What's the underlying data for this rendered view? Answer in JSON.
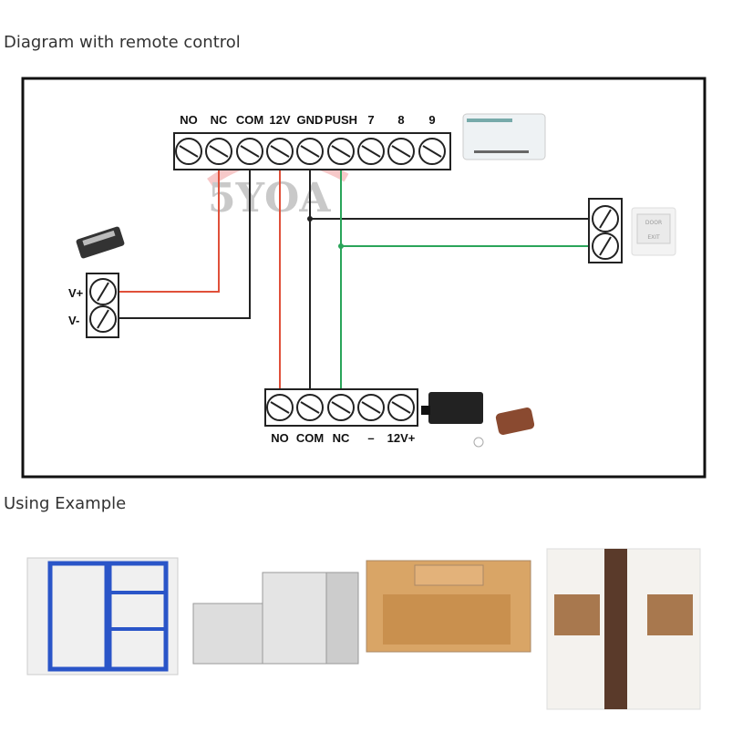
{
  "headings": {
    "diagram": "Diagram with remote control",
    "example": "Using Example"
  },
  "top_terminal_labels": [
    "NO",
    "NC",
    "COM",
    "12V",
    "GND",
    "PUSH",
    "7",
    "8",
    "9"
  ],
  "bottom_terminal_labels": [
    "NO",
    "COM",
    "NC",
    "–",
    "12V+"
  ],
  "lock_labels": [
    "V+",
    "V-"
  ],
  "watermark": "5YOA",
  "wire_colors": {
    "red": "#e0503a",
    "black": "#222222",
    "green": "#2aa55a"
  },
  "exit_button_text": [
    "DOOR",
    "EXIT"
  ]
}
